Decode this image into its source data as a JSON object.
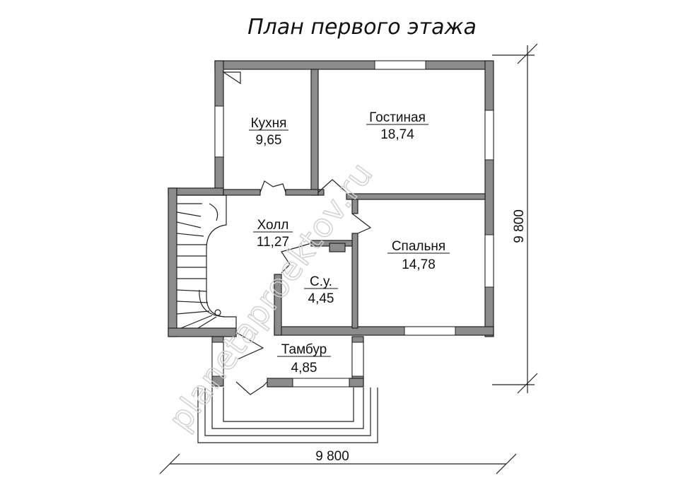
{
  "title": "План первого этажа",
  "rooms": {
    "kitchen": {
      "name": "Кухня",
      "area": "9,65"
    },
    "living": {
      "name": "Гостиная",
      "area": "18,74"
    },
    "hall": {
      "name": "Холл",
      "area": "11,27"
    },
    "bedroom": {
      "name": "Спальня",
      "area": "14,78"
    },
    "bathroom": {
      "name": "С.у.",
      "area": "4,45"
    },
    "vestibule": {
      "name": "Тамбур",
      "area": "4,85"
    }
  },
  "dimensions": {
    "width": "9 800",
    "height": "9 800"
  },
  "watermark": "planetaproektov.ru"
}
